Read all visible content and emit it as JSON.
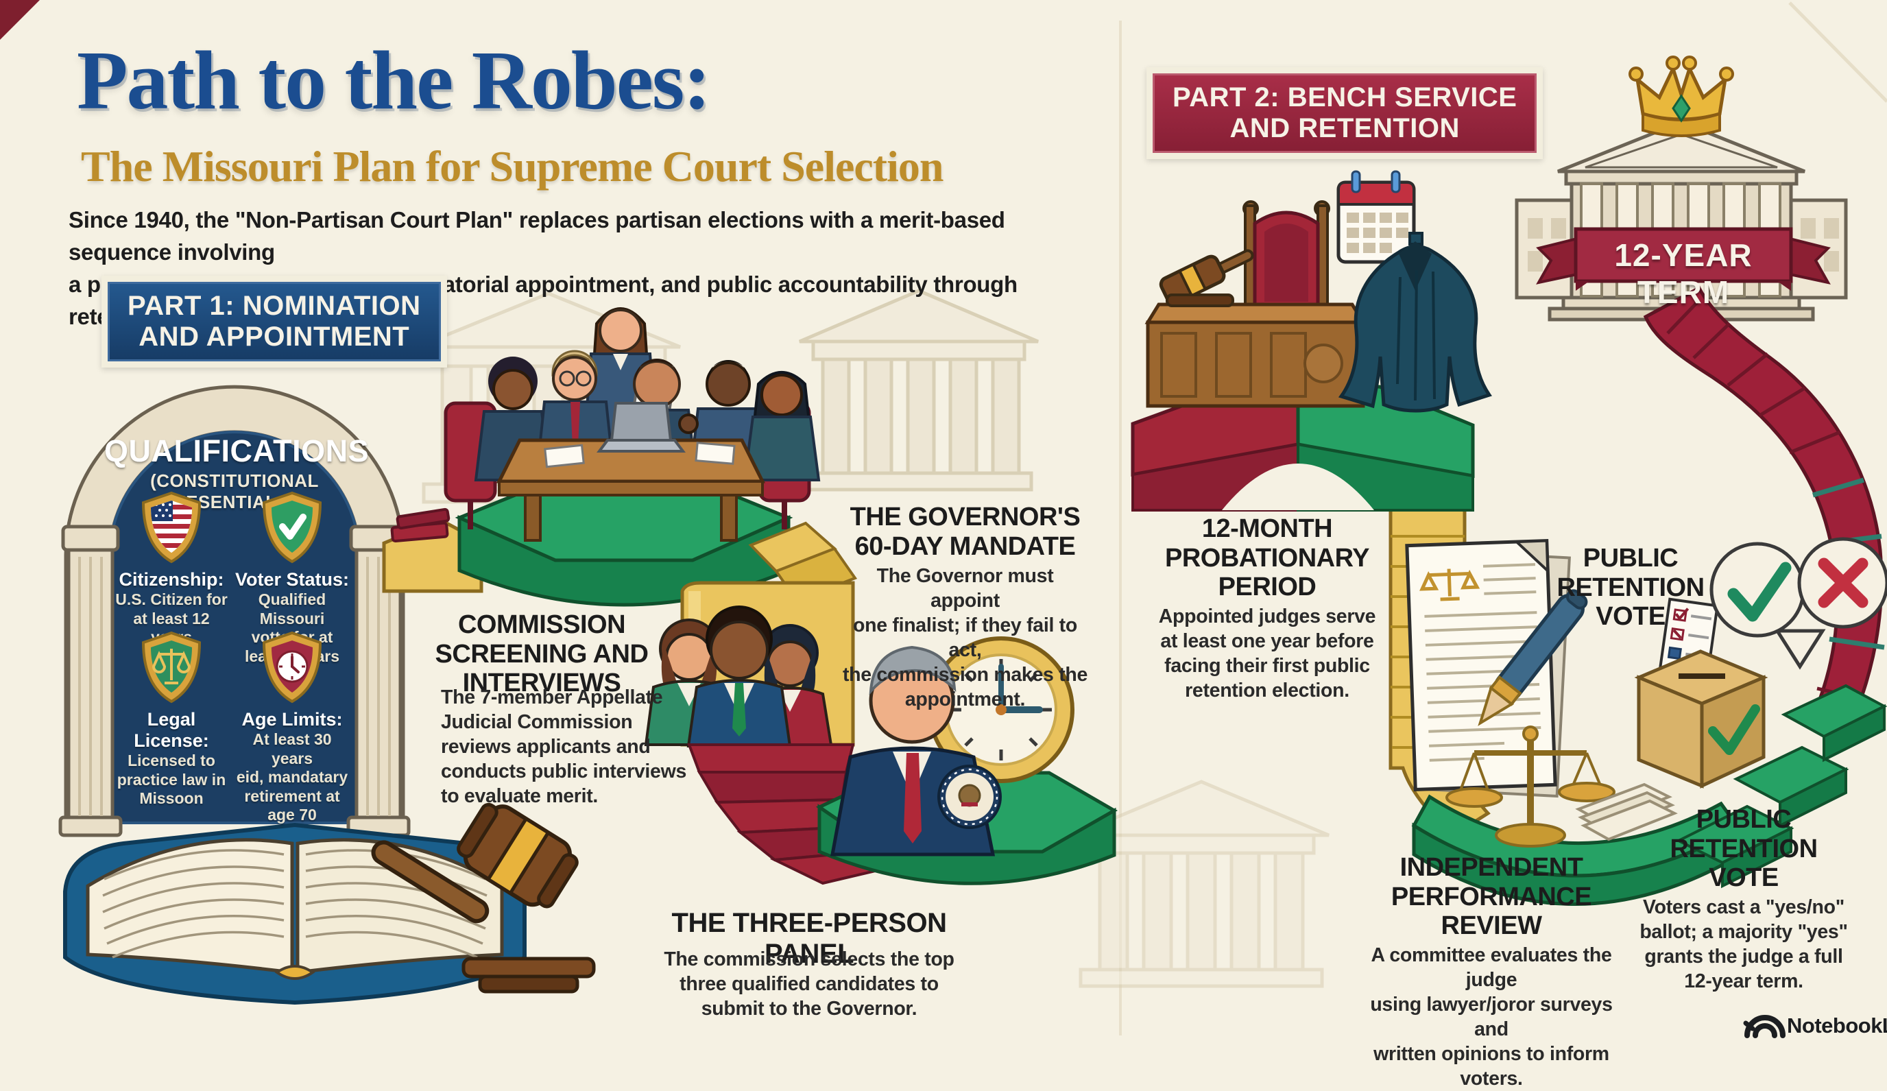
{
  "colors": {
    "background": "#f5f1e3",
    "title_blue": "#1b4d90",
    "subtitle_gold": "#bd8d2b",
    "part1_badge": "#1c466f",
    "part2_badge": "#9c2740",
    "path_green": "#26a265",
    "path_gold": "#eac55e",
    "path_red": "#9e2039",
    "arch_navy": "#1c3e63"
  },
  "header": {
    "title": "Path to the Robes:",
    "subtitle": "The Missouri Plan for Supreme Court Selection",
    "intro": "Since 1940, the \"Non-Partisan Court Plan\" replaces partisan elections with a merit-based sequence involving\na professional commission, gubernatorial appointment, and public accountability through retention votes."
  },
  "part1": {
    "badge": "PART 1: NOMINATION\nAND APPOINTMENT",
    "qualifications": {
      "title": "QUALIFICATIONS",
      "subtitle": "(CONSTITUTIONAL EESENTIALS)",
      "items": [
        {
          "icon": "us-flag-shield",
          "label": "Citizenship:",
          "text": "U.S. Citizen for\nat least 12 years"
        },
        {
          "icon": "check-shield",
          "label": "Voter Status:",
          "text": "Qualified Missouri\nvotte for at\nleast 9 years"
        },
        {
          "icon": "scales-shield",
          "label": "Legal License:",
          "text": "Licensed to\npractice law in\nMissoon"
        },
        {
          "icon": "clock-shield",
          "label": "Age Limits:",
          "text": "At least 30 years\neid, mandatary\nretirement at age 70"
        }
      ]
    },
    "steps": [
      {
        "title": "COMMISSION\nSCREENING AND\nINTERVIEWS",
        "body": "The 7-member Appellate\nJudicial Commission\nreviews applicants and\nconducts public interviews\nto evaluate merit."
      },
      {
        "title": "THE THREE-PERSON PANEL",
        "body": "The commission selects the top\nthree qualified candidates to\nsubmit to the Governor."
      },
      {
        "title": "THE GOVERNOR'S\n60-DAY MANDATE",
        "body": "The Governor must appoint\none finalist; if they fail to act,\nthe commission makes the\nappointment."
      }
    ]
  },
  "part2": {
    "badge": "PART 2: BENCH SERVICE\nAND RETENTION",
    "steps": [
      {
        "title": "12-MONTH\nPROBATIONARY\nPERIOD",
        "body": "Appointed judges serve\nat least one year before\nfacing their first public\nretention election."
      },
      {
        "title": "INDEPENDENT\nPERFORMANCE\nREVIEW",
        "body": "A committee evaluates the judge\nusing lawyer/joror surveys and\nwritten opinions to inform voters."
      },
      {
        "title": "PUBLIC\nRETENTION\nVOTE",
        "body": ""
      },
      {
        "title": "PUBLIC\nRETENTION\nVOTE",
        "body": "Voters cast a \"yes/no\"\nballot; a majority \"yes\"\ngrants the judge a full\n12-year term."
      }
    ],
    "term_ribbon": "12-YEAR TERM",
    "scene_icons": [
      "judge-bench",
      "gavel",
      "calendar",
      "judicial-robe",
      "clock",
      "governor-portrait",
      "three-candidates",
      "commission-meeting",
      "document-and-pen",
      "scales-of-justice",
      "ballot-box",
      "check-bubble",
      "x-bubble",
      "courthouse",
      "crown",
      "open-law-book"
    ]
  },
  "footer": {
    "watermark": "NotebookLM"
  }
}
